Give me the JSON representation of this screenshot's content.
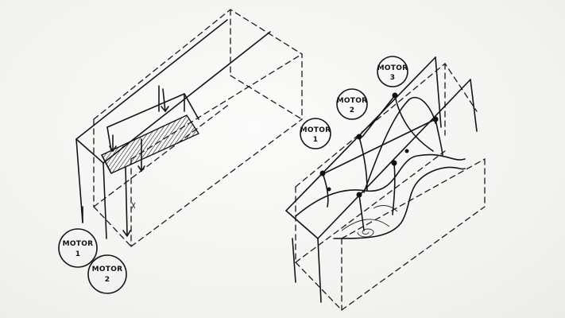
{
  "labels": {
    "left_motor_1": [
      "MOTOR",
      "1"
    ],
    "left_motor_2": [
      "MOTOR",
      "2"
    ],
    "right_motor_1": [
      "MOTOR",
      "1"
    ],
    "right_motor_2": [
      "MOTOR",
      "2"
    ],
    "right_motor_3": [
      "MOTOR",
      "3"
    ]
  },
  "ink_color": "#151515",
  "paper_color": "#f7f7f5"
}
